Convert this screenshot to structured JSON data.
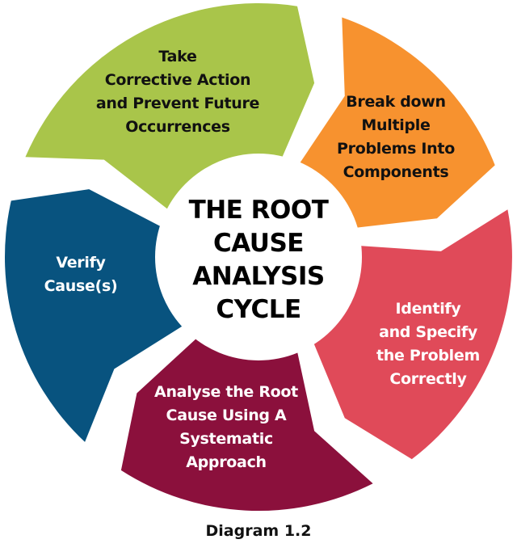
{
  "diagram": {
    "type": "cycle",
    "center_title": [
      "THE ROOT",
      "CAUSE",
      "ANALYSIS",
      "CYCLE"
    ],
    "caption": "Diagram 1.2",
    "steps": [
      {
        "id": "break-down",
        "lines": [
          "Break down",
          "Multiple",
          "Problems Into",
          "Components"
        ],
        "color": "#F7922F",
        "text_color": "#111111"
      },
      {
        "id": "identify",
        "lines": [
          "Identify",
          "and Specify",
          "the Problem",
          "Correctly"
        ],
        "color": "#E04A59",
        "text_color": "#FFFFFF"
      },
      {
        "id": "analyse",
        "lines": [
          "Analyse the Root",
          "Cause Using A",
          "Systematic",
          "Approach"
        ],
        "color": "#8B103C",
        "text_color": "#FFFFFF"
      },
      {
        "id": "verify",
        "lines": [
          "Verify",
          "Cause(s)"
        ],
        "color": "#08537F",
        "text_color": "#FFFFFF"
      },
      {
        "id": "corrective-action",
        "lines": [
          "Take",
          "Corrective Action",
          "and Prevent Future",
          "Occurrences"
        ],
        "color": "#A9C54A",
        "text_color": "#111111"
      }
    ]
  }
}
